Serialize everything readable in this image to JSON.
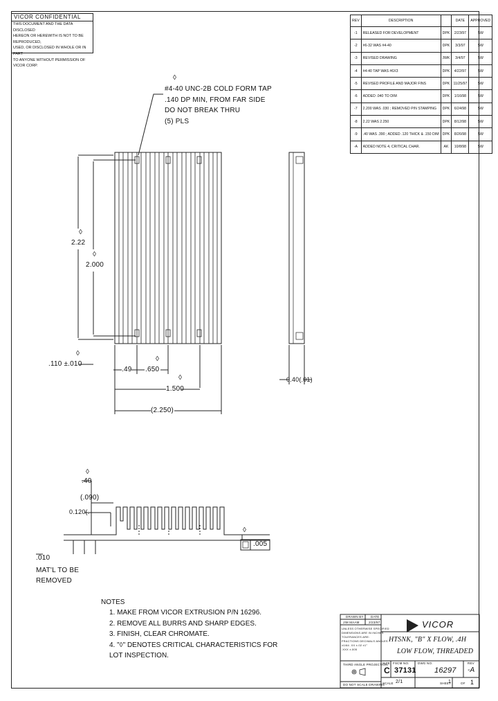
{
  "confidential": {
    "title": "VICOR    CONFIDENTIAL",
    "lines": [
      "THIS DOCUMENT AND THE DATA DISCLOSED",
      "HEREON OR HEREWITH IS NOT TO BE REPRODUCED,",
      "USED, OR DISCLOSED IN WHOLE OR IN PART",
      "TO ANYONE WITHOUT PERMISSION OF VICOR CORP."
    ]
  },
  "revisions": {
    "headers": [
      "REV",
      "DESCRIPTION",
      "",
      "DATE",
      "APPROVED"
    ],
    "rows": [
      [
        "-1",
        "RELEASED FOR DEVELOPMENT",
        "DPK",
        "2/23/97",
        "SW"
      ],
      [
        "-2",
        "#6-32 WAS #4-40",
        "DPK",
        "3/3/97",
        "SW"
      ],
      [
        "-3",
        "REVISED DRAWING",
        "JWK",
        "3/4/97",
        "SW"
      ],
      [
        "-4",
        "#4-40 TAP WAS #6X3",
        "DPK",
        "4/22/97",
        "SW"
      ],
      [
        "-5",
        "REVISED PROFILE AND MAJOR FINS",
        "DPK",
        "11/25/97",
        "SW"
      ],
      [
        "-6",
        "ADDED .040 TO DIM",
        "DPK",
        "1/16/98",
        "SW"
      ],
      [
        "-7",
        "2.200 WAS .030 ; REMOVED P/N STAMPING",
        "DPK",
        "6/24/98",
        "SW"
      ],
      [
        "-8",
        "2.22 WAS 2.250",
        "DPK",
        "8/12/98",
        "SW"
      ],
      [
        "-9",
        ".40 WAS .390 ; ADDED .120 THICK & .150 DIM",
        "DPK",
        "8/26/98",
        "SW"
      ],
      [
        "-A",
        "ADDED NOTE 4, CRITICAL CHAR.",
        "AK",
        "10/8/98",
        "SW"
      ]
    ]
  },
  "tap_callout": {
    "symbol": "◊",
    "lines": [
      "#4-40 UNC-2B COLD FORM TAP",
      ".140 DP MIN, FROM FAR SIDE",
      "DO NOT BREAK THRU",
      "(5) PLS"
    ]
  },
  "dims": {
    "d222": "2.22",
    "d2000": "2.000",
    "d110": ".110 ±.010",
    "d49": ".49",
    "d650": ".650",
    "d1500": "1.500",
    "d2250": "(2.250)",
    "d040": "0.40(.01)",
    "d40": ".40",
    "d090": "(.090)",
    "d0120": "0.120(.",
    "d010": ".010",
    "flat": ".005",
    "matl": [
      "MAT'L TO BE",
      "REMOVED"
    ]
  },
  "notes": {
    "title": "NOTES",
    "items": [
      "1. MAKE FROM VICOR EXTRUSION P/N 16296.",
      "2. REMOVE ALL BURRS AND SHARP EDGES.",
      "3. FINISH, CLEAR CHROMATE.",
      "4. \"◊\" DENOTES CRITICAL CHARACTERISTICS FOR",
      "    LOT INSPECTION."
    ]
  },
  "title_block": {
    "drawn_by": "DRAWN BY",
    "date_lbl": "DATE",
    "drawn_name": "JIM MAAM",
    "drawn_date": "2/23/97",
    "tolerance": [
      "UNLESS OTHERWISE SPECIFIED",
      "DIMENSIONS ARE IN INCHES",
      "TOLERANCES ARE:",
      "FRACTIONS  DECIMALS  ANGLES",
      "±1/64   .XX ±.02   ±1°",
      "        .XXX ±.005"
    ],
    "projection": "THIRD ANGLE PROJECTION",
    "do_not_scale": "DO NOT SCALE DRAWING",
    "company": "VICOR",
    "title1": "HTSNK, \"B\" X FLOW, .4H",
    "title2": "LOW FLOW, THREADED",
    "size_lbl": "SIZE",
    "fscm_lbl": "FSCM NO.",
    "dwg_lbl": "DWG NO.",
    "rev_lbl": "REV",
    "size": "C",
    "fscm": "37131",
    "dwg": "16297",
    "rev": "-A",
    "scale_lbl": "SCALE",
    "scale": "2/1",
    "sheet_lbl": "SHEET",
    "sheet": "1",
    "of_lbl": "OF",
    "of": "1"
  }
}
